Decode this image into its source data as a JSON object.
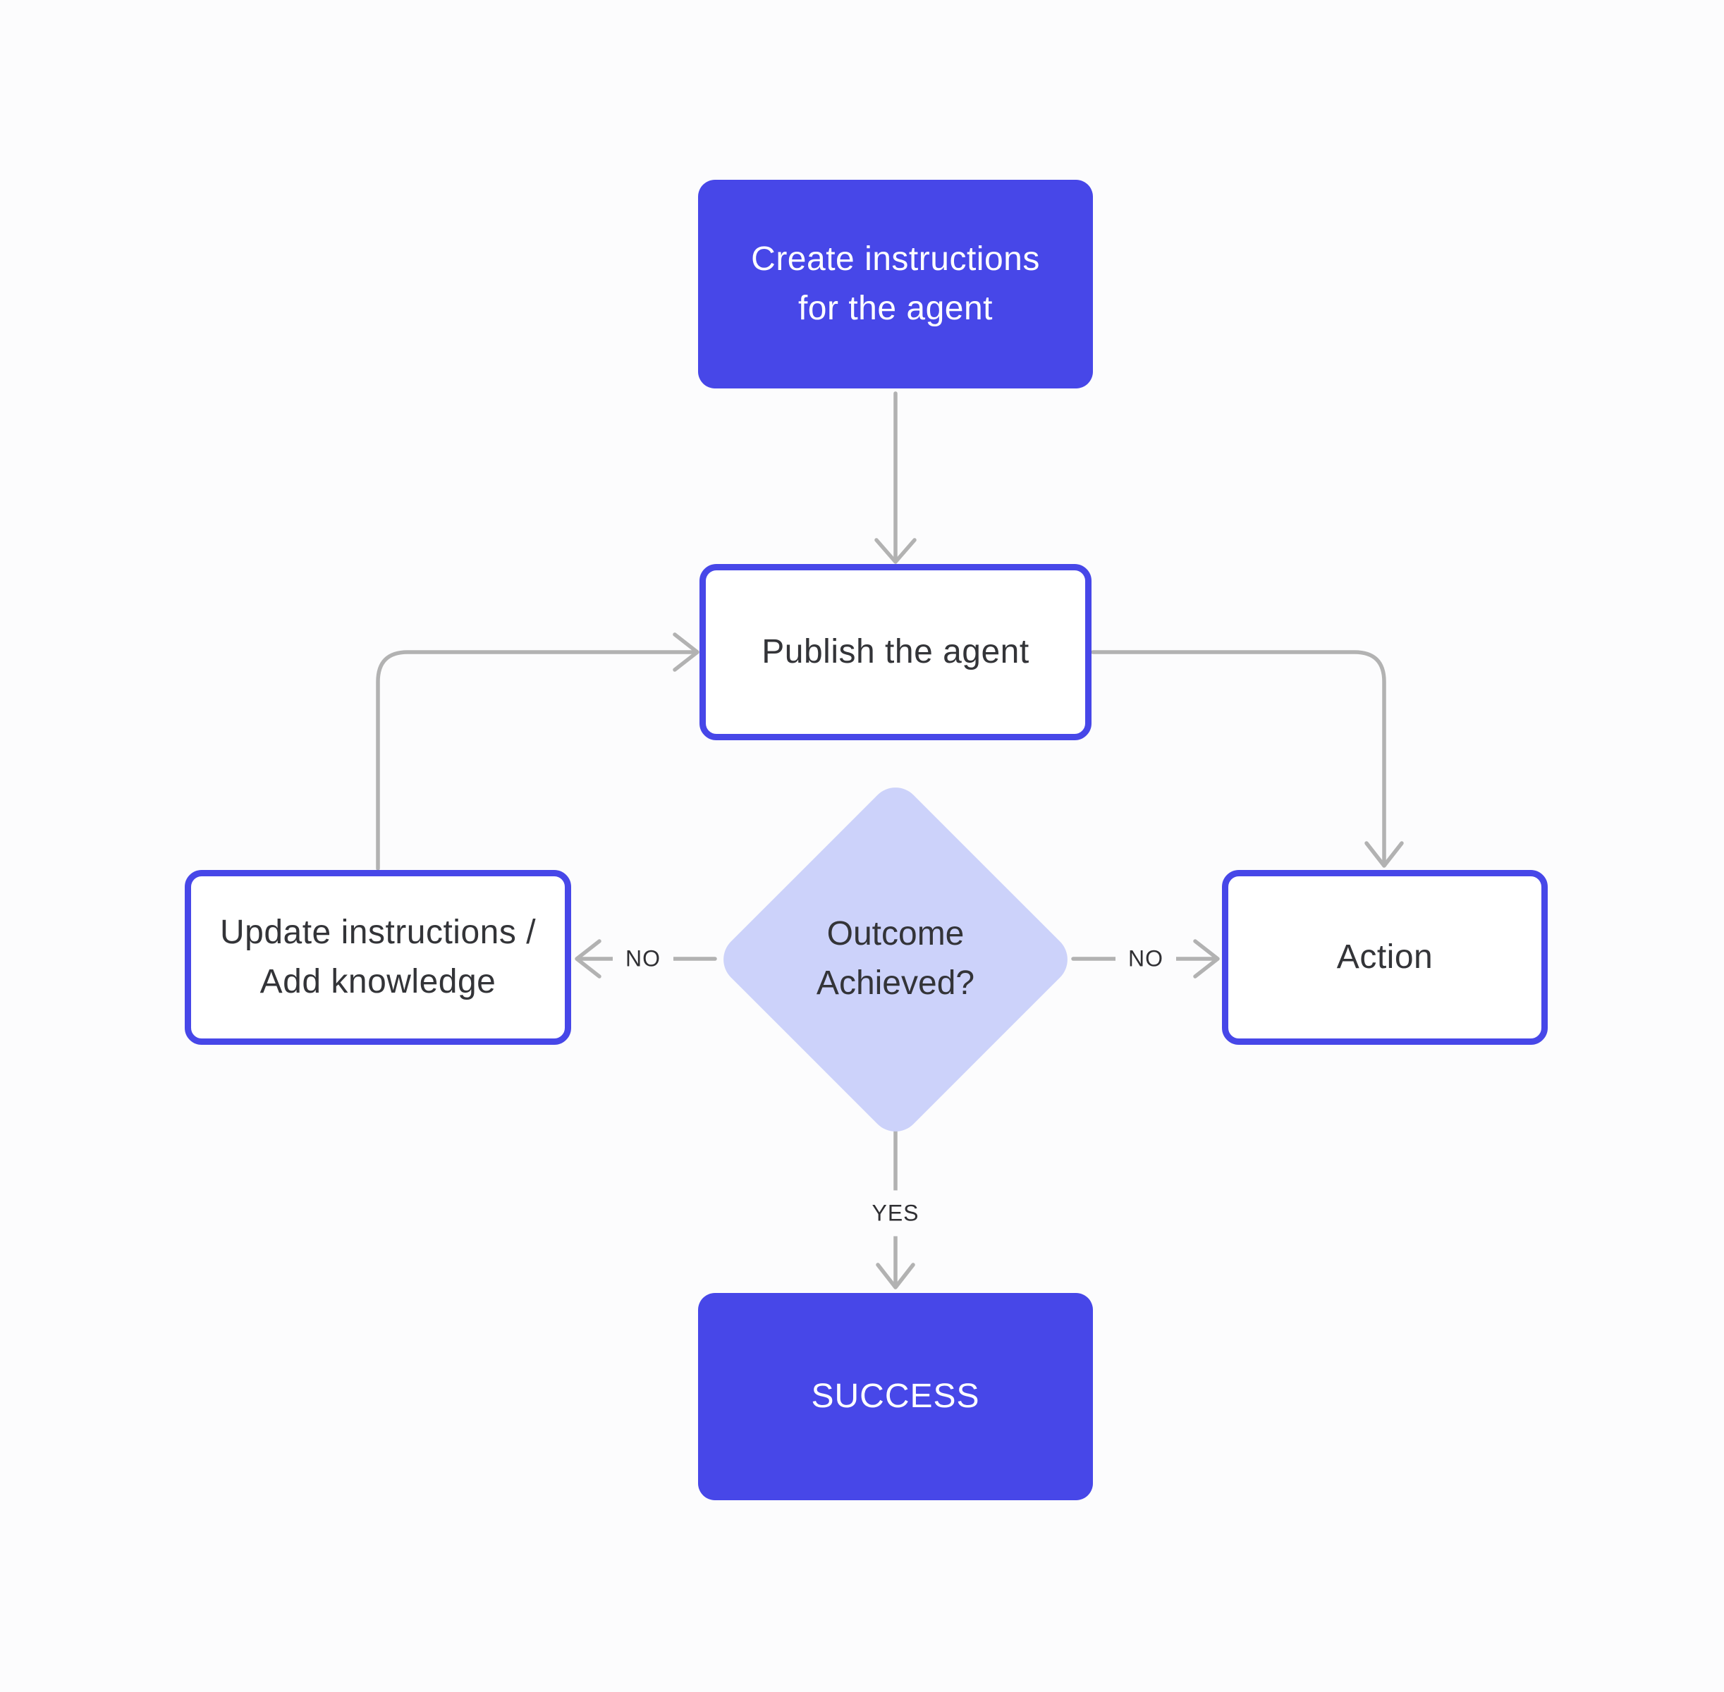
{
  "page": {
    "background": "#fcfcfd"
  },
  "colors": {
    "accent": "#4747e8",
    "diamond": "#ccd2fa",
    "connector": "#b2b2b2",
    "text_dark": "#333438",
    "text_light": "#ffffff",
    "label_text": "#2f2f33"
  },
  "nodes": {
    "create": {
      "label": "Create instructions\nfor the agent"
    },
    "publish": {
      "label": "Publish the agent"
    },
    "decision": {
      "label": "Outcome\nAchieved?"
    },
    "update": {
      "label": "Update instructions /\nAdd knowledge"
    },
    "action": {
      "label": "Action"
    },
    "success": {
      "label": "SUCCESS"
    }
  },
  "connectors": {
    "decision_to_update": {
      "label": "NO"
    },
    "decision_to_action": {
      "label": "NO"
    },
    "decision_to_success": {
      "label": "YES"
    }
  }
}
